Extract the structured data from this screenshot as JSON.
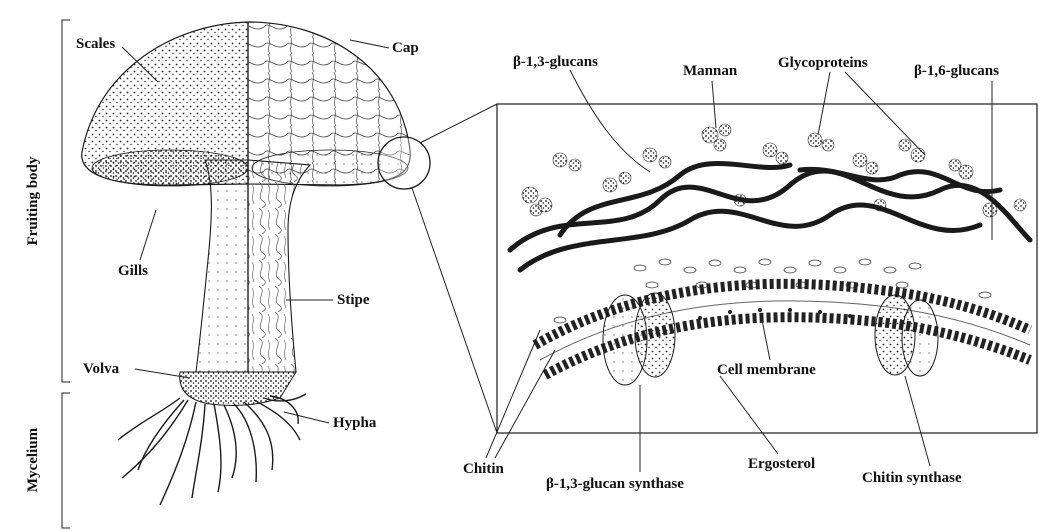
{
  "sections": {
    "fruiting_body": "Fruiting body",
    "mycelium": "Mycelium"
  },
  "mushroom_labels": {
    "scales": "Scales",
    "cap": "Cap",
    "gills": "Gills",
    "stipe": "Stipe",
    "volva": "Volva",
    "hypha": "Hypha"
  },
  "wall_labels": {
    "beta13_glucans": "β-1,3-glucans",
    "mannan": "Mannan",
    "glycoproteins": "Glycoproteins",
    "beta16_glucans": "β-1,6-glucans",
    "cell_membrane": "Cell membrane",
    "chitin": "Chitin",
    "beta13_glucan_synthase": "β-1,3-glucan synthase",
    "ergosterol": "Ergosterol",
    "chitin_synthase": "Chitin synthase"
  }
}
